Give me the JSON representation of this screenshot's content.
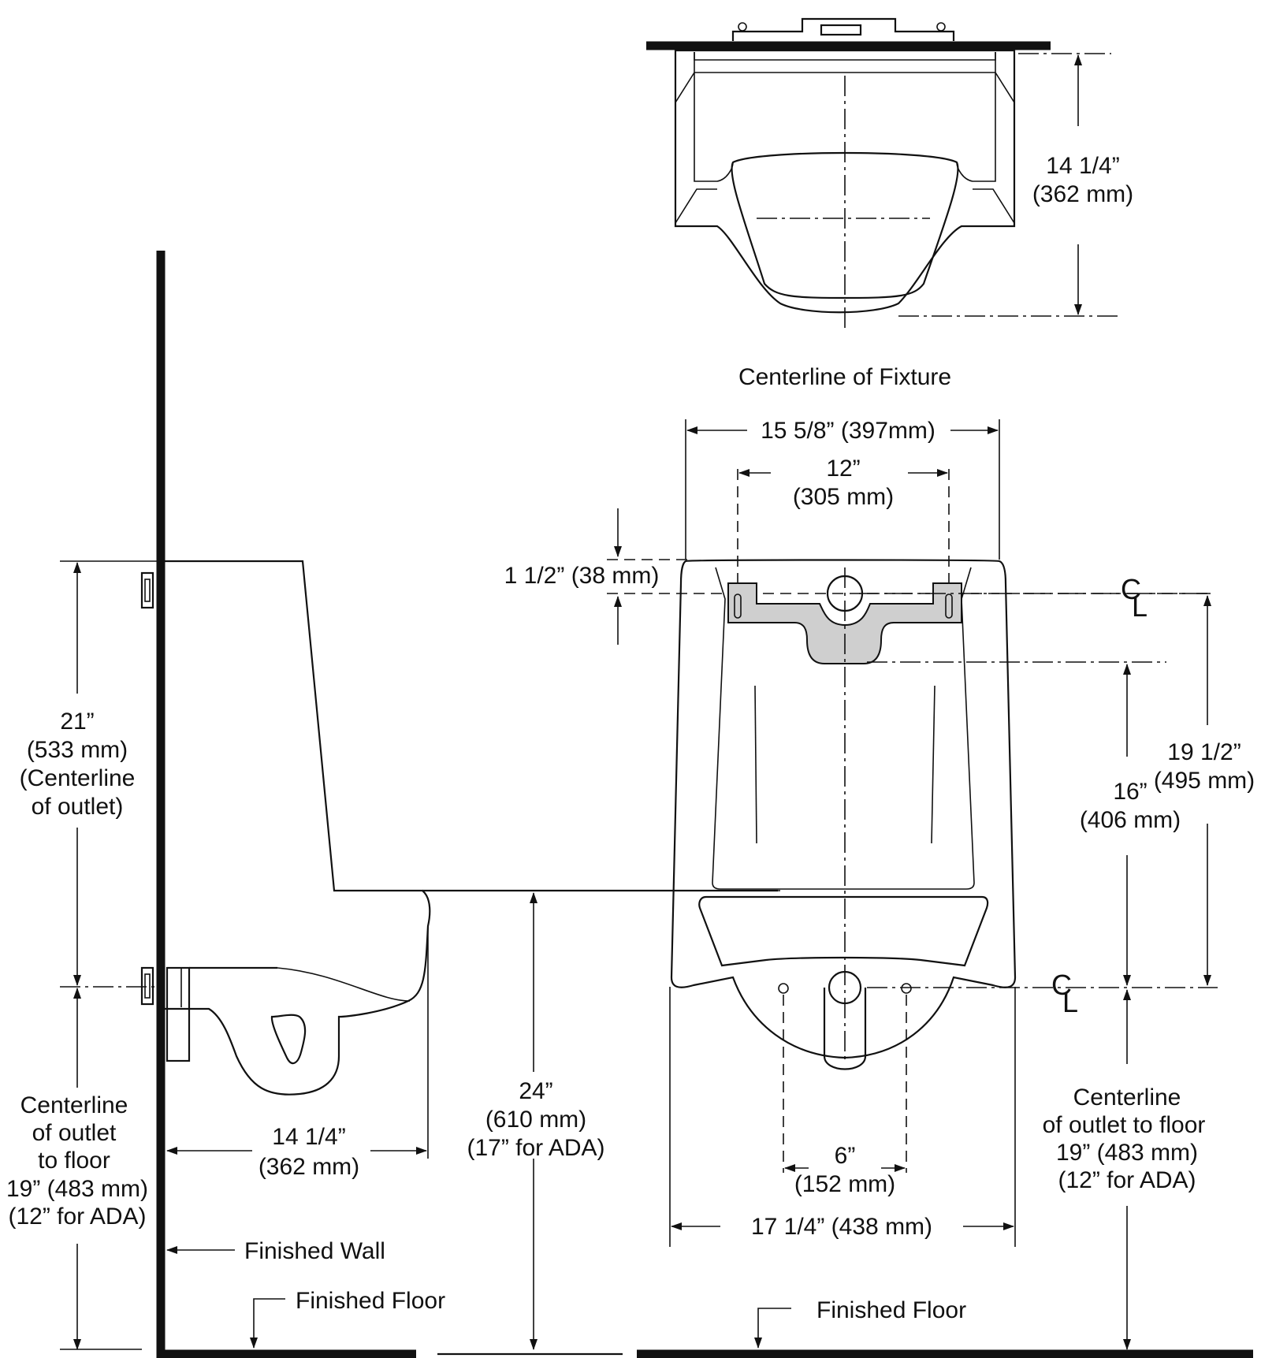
{
  "top_view": {
    "depth_dim_in": "14 1/4”",
    "depth_dim_mm": "(362 mm)",
    "centerline_label": "Centerline of Fixture"
  },
  "front_view": {
    "width_top_dim": "15 5/8” (397mm)",
    "bracket_dim_in": "12”",
    "bracket_dim_mm": "(305 mm)",
    "offset_dim": "1 1/2” (38 mm)",
    "bracket_to_outlet_in": "16”",
    "bracket_to_outlet_mm": "(406 mm)",
    "cl_to_cl_in": "19 1/2”",
    "cl_to_cl_mm": "(495 mm)",
    "cl_symbol": "C",
    "cl_symbol_sub": "L",
    "bolt_spacing_in": "6”",
    "bolt_spacing_mm": "(152 mm)",
    "overall_width": "17 1/4” (438 mm)",
    "outlet_floor_lines": [
      "Centerline",
      "of outlet to floor",
      "19” (483 mm)",
      "(12” for ADA)"
    ],
    "finished_floor": "Finished Floor"
  },
  "side_view": {
    "height_lines": [
      "21”",
      "(533 mm)",
      "(Centerline",
      "of outlet)"
    ],
    "outlet_floor_lines": [
      "Centerline",
      "of outlet",
      "to floor",
      "19” (483 mm)",
      "(12” for ADA)"
    ],
    "projection_in": "14 1/4”",
    "projection_mm": "(362 mm)",
    "rim_height_in": "24”",
    "rim_height_mm": "(610 mm)",
    "rim_height_ada": "(17” for ADA)",
    "finished_wall": "Finished Wall",
    "finished_floor": "Finished Floor"
  }
}
